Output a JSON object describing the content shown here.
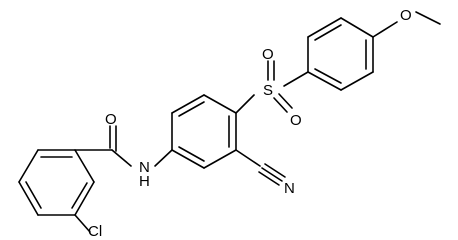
{
  "atoms": {
    "oxygen_amide": "O",
    "nitrogen_amide": "H\nN",
    "chlorine": "Cl",
    "nitrogen_nitrile": "N",
    "sulfur": "S",
    "oxygen_sulfonyl_top": "O",
    "oxygen_sulfonyl_bottom": "O",
    "oxygen_methoxy": "O"
  },
  "colors": {
    "ink": "#000000",
    "background": "#ffffff"
  }
}
